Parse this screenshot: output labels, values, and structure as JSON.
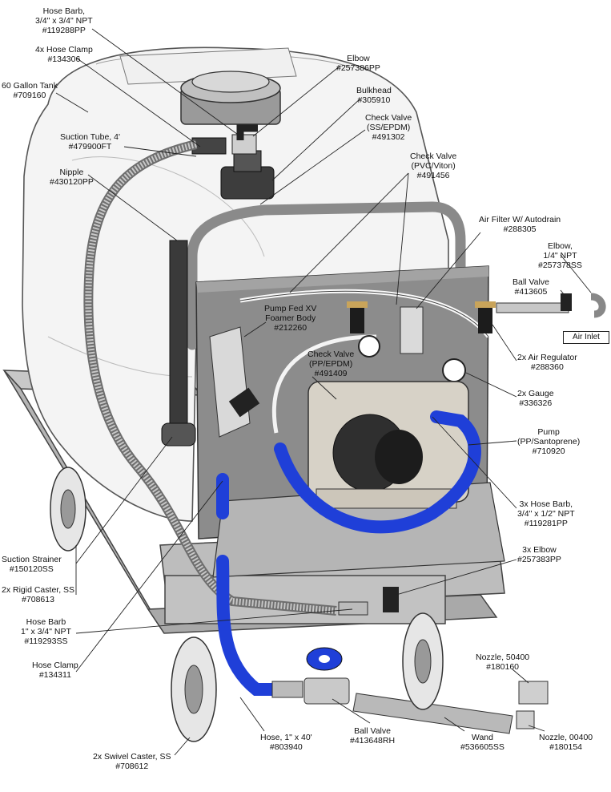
{
  "callouts": [
    {
      "id": "hose-barb-top",
      "lines": [
        "Hose Barb,",
        "3/4\" x 3/4\" NPT",
        "#119288PP"
      ]
    },
    {
      "id": "hose-clamp-4x",
      "lines": [
        "4x Hose Clamp",
        "#134306"
      ]
    },
    {
      "id": "tank",
      "lines": [
        "60 Gallon Tank",
        "#709160"
      ]
    },
    {
      "id": "elbow-top",
      "lines": [
        "Elbow",
        "#257386PP"
      ]
    },
    {
      "id": "bulkhead",
      "lines": [
        "Bulkhead",
        "#305910"
      ]
    },
    {
      "id": "check-valve-ss",
      "lines": [
        "Check Valve",
        "(SS/EPDM)",
        "#491302"
      ]
    },
    {
      "id": "suction-tube",
      "lines": [
        "Suction Tube, 4'",
        "#479900FT"
      ]
    },
    {
      "id": "check-valve-pvc",
      "lines": [
        "Check Valve",
        "(PVC/Viton)",
        "#491456"
      ]
    },
    {
      "id": "nipple",
      "lines": [
        "Nipple",
        "#430120PP"
      ]
    },
    {
      "id": "air-filter",
      "lines": [
        "Air Filter W/ Autodrain",
        "#288305"
      ]
    },
    {
      "id": "elbow-quarter",
      "lines": [
        "Elbow,",
        "1/4\" NPT",
        "#257378SS"
      ]
    },
    {
      "id": "ball-valve-air",
      "lines": [
        "Ball Valve",
        "#413605"
      ]
    },
    {
      "id": "pump-fed",
      "lines": [
        "Pump Fed XV",
        "Foamer Body",
        "#212260"
      ]
    },
    {
      "id": "check-valve-pp",
      "lines": [
        "Check Valve",
        "(PP/EPDM)",
        "#491409"
      ]
    },
    {
      "id": "air-regulator",
      "lines": [
        "2x Air Regulator",
        "#288360"
      ]
    },
    {
      "id": "gauge",
      "lines": [
        "2x Gauge",
        "#336326"
      ]
    },
    {
      "id": "pump",
      "lines": [
        "Pump",
        "(PP/Santoprene)",
        "#710920"
      ]
    },
    {
      "id": "hose-barb-3x",
      "lines": [
        "3x Hose Barb,",
        "3/4\" x 1/2\" NPT",
        "#119281PP"
      ]
    },
    {
      "id": "elbow-3x",
      "lines": [
        "3x Elbow",
        "#257383PP"
      ]
    },
    {
      "id": "suction-strainer",
      "lines": [
        "Suction Strainer",
        "#150120SS"
      ]
    },
    {
      "id": "rigid-caster",
      "lines": [
        "2x Rigid Caster, SS",
        "#708613"
      ]
    },
    {
      "id": "hose-barb-1in",
      "lines": [
        "Hose Barb",
        "1\" x 3/4\" NPT",
        "#119293SS"
      ]
    },
    {
      "id": "hose-clamp",
      "lines": [
        "Hose Clamp",
        "#134311"
      ]
    },
    {
      "id": "nozzle-50400",
      "lines": [
        "Nozzle, 50400",
        "#180160"
      ]
    },
    {
      "id": "hose",
      "lines": [
        "Hose, 1\" x 40'",
        "#803940"
      ]
    },
    {
      "id": "ball-valve",
      "lines": [
        "Ball Valve",
        "#413648RH"
      ]
    },
    {
      "id": "wand",
      "lines": [
        "Wand",
        "#536605SS"
      ]
    },
    {
      "id": "nozzle-00400",
      "lines": [
        "Nozzle, 00400",
        "#180154"
      ]
    },
    {
      "id": "swivel-caster",
      "lines": [
        "2x Swivel Caster, SS",
        "#708612"
      ]
    }
  ],
  "air_inlet_label": "Air Inlet",
  "colors": {
    "tank": "#f4f4f4",
    "steel": "#b9b9b9",
    "steel_dark": "#7d7d7d",
    "blue_hose": "#1f3fd8",
    "black": "#1c1c1c",
    "wheel": "#e6e6e6"
  }
}
